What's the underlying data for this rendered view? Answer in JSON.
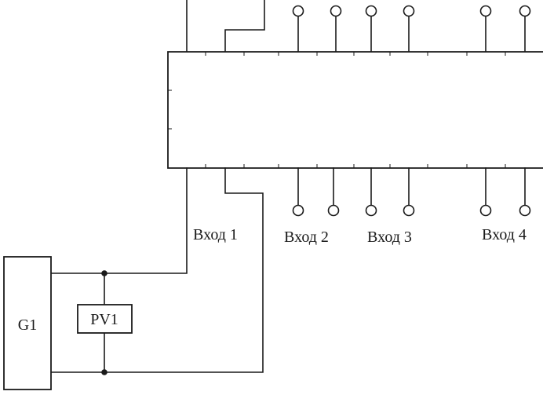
{
  "labels": {
    "input_1": "Вход 1",
    "input_2": "Вход 2",
    "input_3": "Вход 3",
    "input_4": "Вход 4",
    "generator": "G1",
    "voltmeter": "PV1"
  }
}
